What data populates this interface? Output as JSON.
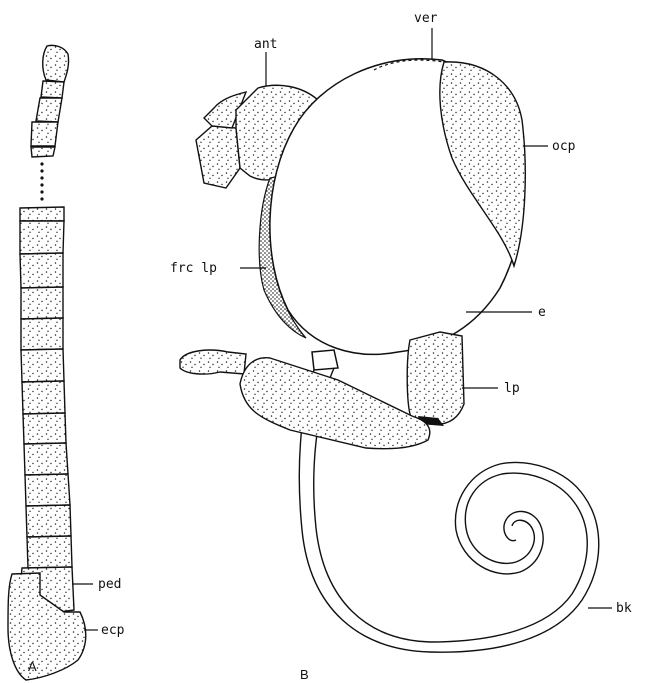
{
  "figure": {
    "panels": {
      "a": "A",
      "b": "B"
    },
    "labels": {
      "ped": "ped",
      "ecp": "ecp",
      "ant": "ant",
      "ver": "ver",
      "ocp": "ocp",
      "frclp": "frc lp",
      "e": "e",
      "lp": "lp",
      "bk": "bk"
    }
  }
}
